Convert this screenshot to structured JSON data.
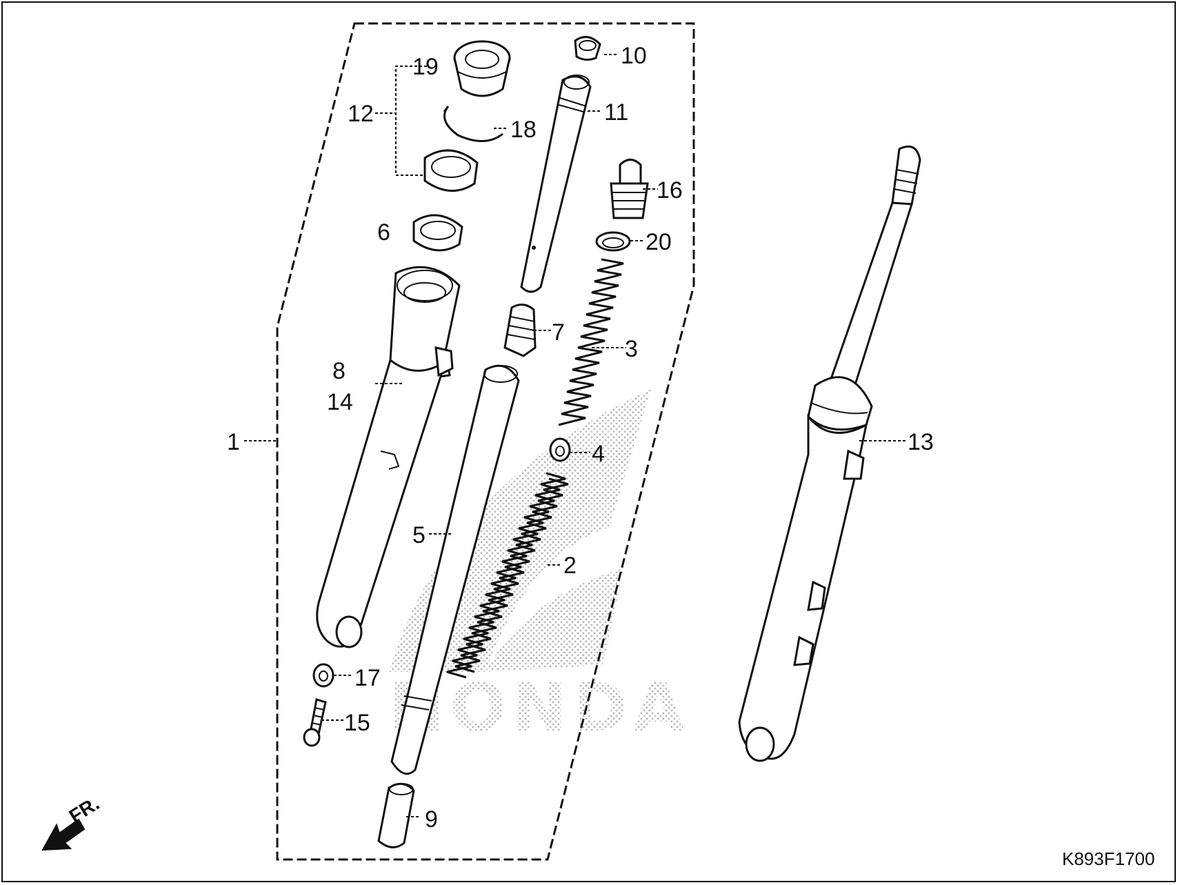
{
  "diagram": {
    "reference_code": "K893F1700",
    "direction_label": "FR.",
    "watermark": "HONDA",
    "callouts": [
      "1",
      "2",
      "3",
      "4",
      "5",
      "6",
      "7",
      "8",
      "9",
      "10",
      "11",
      "12",
      "13",
      "14",
      "15",
      "16",
      "17",
      "18",
      "19",
      "20"
    ]
  }
}
